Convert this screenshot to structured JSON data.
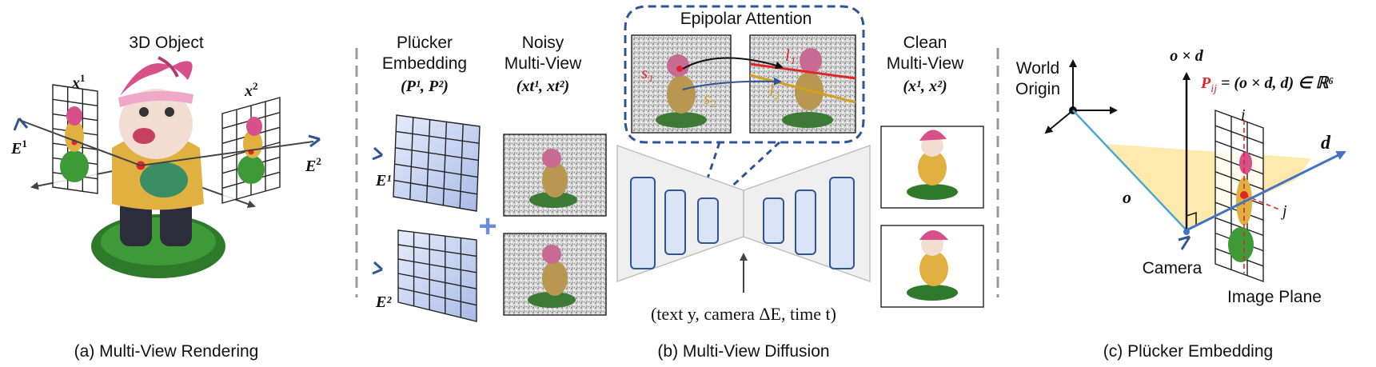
{
  "panel_a": {
    "title": "3D Object",
    "view1_label": "x",
    "view1_sup": "1",
    "view2_label": "x",
    "view2_sup": "2",
    "camera1_label": "E",
    "camera1_sup": "1",
    "camera2_label": "E",
    "camera2_sup": "2",
    "caption": "(a) Multi-View Rendering"
  },
  "panel_b": {
    "plucker_title_line1": "Plücker",
    "plucker_title_line2": "Embedding",
    "plucker_math": "(P¹, P²)",
    "noisy_title_line1": "Noisy",
    "noisy_title_line2": "Multi-View",
    "noisy_math": "(x₁ᵗ, x₂ᵗ)",
    "noisy_math_display": "(xt¹, xt²)",
    "epipolar_title": "Epipolar Attention",
    "s1": "s₁",
    "s2": "s₂",
    "l1": "l₁",
    "l2": "l₂",
    "clean_title_line1": "Clean",
    "clean_title_line2": "Multi-View",
    "clean_math": "(x¹, x²)",
    "plus": "+",
    "camera1_label": "E¹",
    "camera2_label": "E²",
    "condition": "(text y, camera ΔE, time t)",
    "caption": "(b) Multi-View Diffusion"
  },
  "panel_c": {
    "world_origin_line1": "World",
    "world_origin_line2": "Origin",
    "cross_label": "o × d",
    "plucker_eq": "P",
    "plucker_eq_sub": "ij",
    "plucker_eq_rest": " = (o × d, d) ∈ ℝ⁶",
    "d_label": "d",
    "o_label": "o",
    "i_label": "i",
    "j_label": "j",
    "camera_label": "Camera",
    "image_plane_label": "Image Plane",
    "caption": "(c) Plücker Embedding"
  },
  "colors": {
    "accent_blue": "#2f5597",
    "ray_blue": "#4aa8d8",
    "grid_fill": "#c9d4f2",
    "red": "#e0262b",
    "gold": "#d4a020",
    "cone_yellow": "#ffe6a0",
    "divider": "#9a9a9a"
  }
}
